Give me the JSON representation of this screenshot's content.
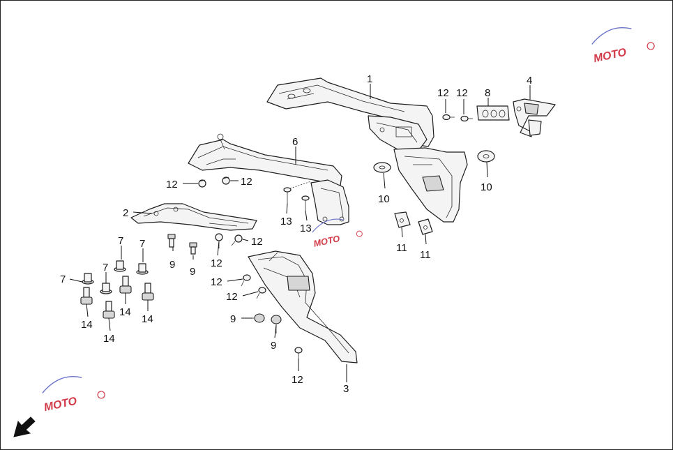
{
  "diagram": {
    "callouts": [
      {
        "id": "c1",
        "label": "1"
      },
      {
        "id": "c2",
        "label": "2"
      },
      {
        "id": "c3",
        "label": "3"
      },
      {
        "id": "c4",
        "label": "4"
      },
      {
        "id": "c6",
        "label": "6"
      },
      {
        "id": "c7a",
        "label": "7"
      },
      {
        "id": "c7b",
        "label": "7"
      },
      {
        "id": "c7c",
        "label": "7"
      },
      {
        "id": "c7d",
        "label": "7"
      },
      {
        "id": "c8",
        "label": "8"
      },
      {
        "id": "c9a",
        "label": "9"
      },
      {
        "id": "c9b",
        "label": "9"
      },
      {
        "id": "c9c",
        "label": "9"
      },
      {
        "id": "c9d",
        "label": "9"
      },
      {
        "id": "c10a",
        "label": "10"
      },
      {
        "id": "c10b",
        "label": "10"
      },
      {
        "id": "c11a",
        "label": "11"
      },
      {
        "id": "c11b",
        "label": "11"
      },
      {
        "id": "c12a",
        "label": "12"
      },
      {
        "id": "c12b",
        "label": "12"
      },
      {
        "id": "c12c",
        "label": "12"
      },
      {
        "id": "c12d",
        "label": "12"
      },
      {
        "id": "c12e",
        "label": "12"
      },
      {
        "id": "c12f",
        "label": "12"
      },
      {
        "id": "c12g",
        "label": "12"
      },
      {
        "id": "c12h",
        "label": "12"
      },
      {
        "id": "c12i",
        "label": "12"
      },
      {
        "id": "c13a",
        "label": "13"
      },
      {
        "id": "c13b",
        "label": "13"
      },
      {
        "id": "c14a",
        "label": "14"
      },
      {
        "id": "c14b",
        "label": "14"
      },
      {
        "id": "c14c",
        "label": "14"
      },
      {
        "id": "c14d",
        "label": "14"
      }
    ]
  },
  "watermark": {
    "text": "MOTO",
    "color": "#d23c4a",
    "arc_color": "#6a72c8"
  },
  "icons": {
    "front_arrow": "front-direction-arrow-icon"
  }
}
